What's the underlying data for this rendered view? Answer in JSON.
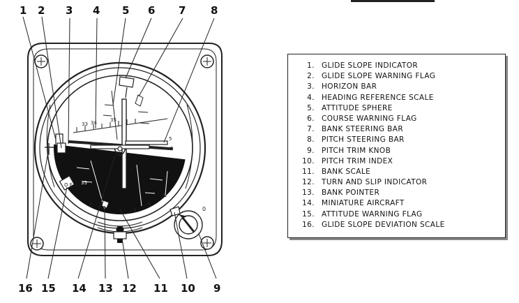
{
  "callouts_top": [
    "1",
    "2",
    "3",
    "4",
    "5",
    "6",
    "7",
    "8"
  ],
  "callouts_bottom": [
    "16",
    "15",
    "14",
    "13",
    "12",
    "11",
    "10",
    "9"
  ],
  "scale_numbers": {
    "left": [
      "33",
      "34",
      "35"
    ],
    "right": [
      "5",
      "5"
    ],
    "lower": "35"
  },
  "knob_label": "0",
  "legend": [
    {
      "num": "1.",
      "text": "GLIDE SLOPE INDICATOR"
    },
    {
      "num": "2.",
      "text": "GLIDE SLOPE WARNING FLAG"
    },
    {
      "num": "3.",
      "text": "HORIZON BAR"
    },
    {
      "num": "4.",
      "text": "HEADING REFERENCE SCALE"
    },
    {
      "num": "5.",
      "text": "ATTITUDE SPHERE"
    },
    {
      "num": "6.",
      "text": "COURSE WARNING FLAG"
    },
    {
      "num": "7.",
      "text": "BANK STEERING BAR"
    },
    {
      "num": "8.",
      "text": "PITCH STEERING BAR"
    },
    {
      "num": "9.",
      "text": "PITCH TRIM KNOB"
    },
    {
      "num": "10.",
      "text": "PITCH TRIM INDEX"
    },
    {
      "num": "11.",
      "text": "BANK SCALE"
    },
    {
      "num": "12.",
      "text": "TURN AND SLIP INDICATOR"
    },
    {
      "num": "13.",
      "text": "BANK POINTER"
    },
    {
      "num": "14.",
      "text": "MINIATURE AIRCRAFT"
    },
    {
      "num": "15.",
      "text": "ATTITUDE WARNING FLAG"
    },
    {
      "num": "16.",
      "text": "GLIDE SLOPE DEVIATION SCALE"
    }
  ]
}
